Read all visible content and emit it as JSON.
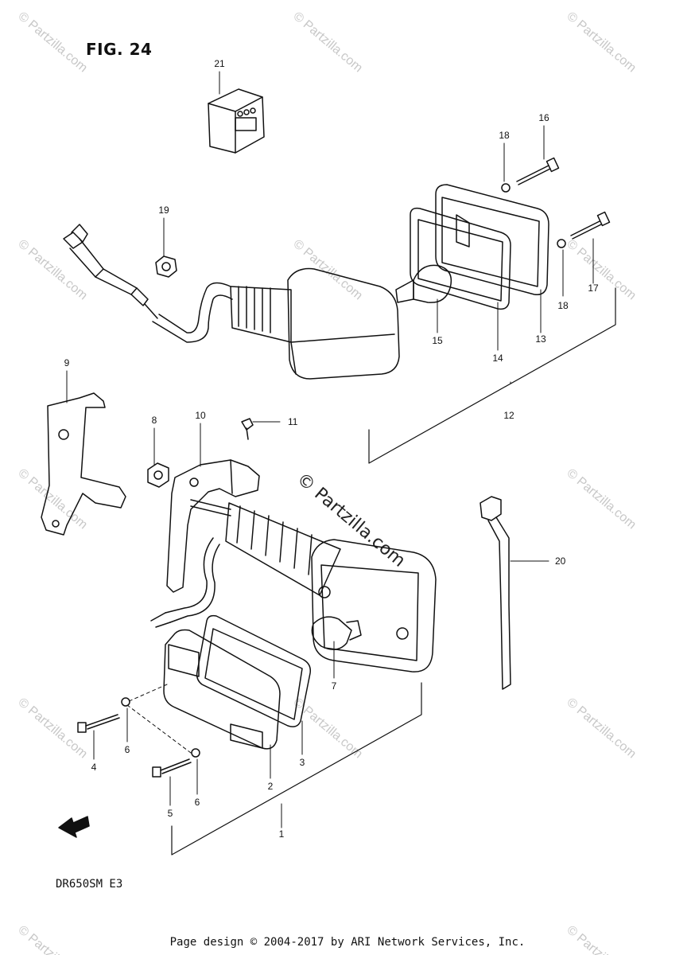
{
  "figure": {
    "title": "FIG. 24",
    "model": "DR650SM  E3",
    "footer": "Page design © 2004-2017 by ARI Network Services, Inc."
  },
  "watermark": {
    "text": "© Partzilla.com",
    "center_text": "© Partzilla.com"
  },
  "callouts": {
    "c1": "1",
    "c2": "2",
    "c3": "3",
    "c4": "4",
    "c5": "5",
    "c6a": "6",
    "c6b": "6",
    "c7": "7",
    "c8": "8",
    "c9": "9",
    "c10": "10",
    "c11": "11",
    "c12": "12",
    "c13": "13",
    "c14": "14",
    "c15": "15",
    "c16": "16",
    "c17": "17",
    "c18a": "18",
    "c18b": "18",
    "c19": "19",
    "c20": "20",
    "c21": "21"
  }
}
